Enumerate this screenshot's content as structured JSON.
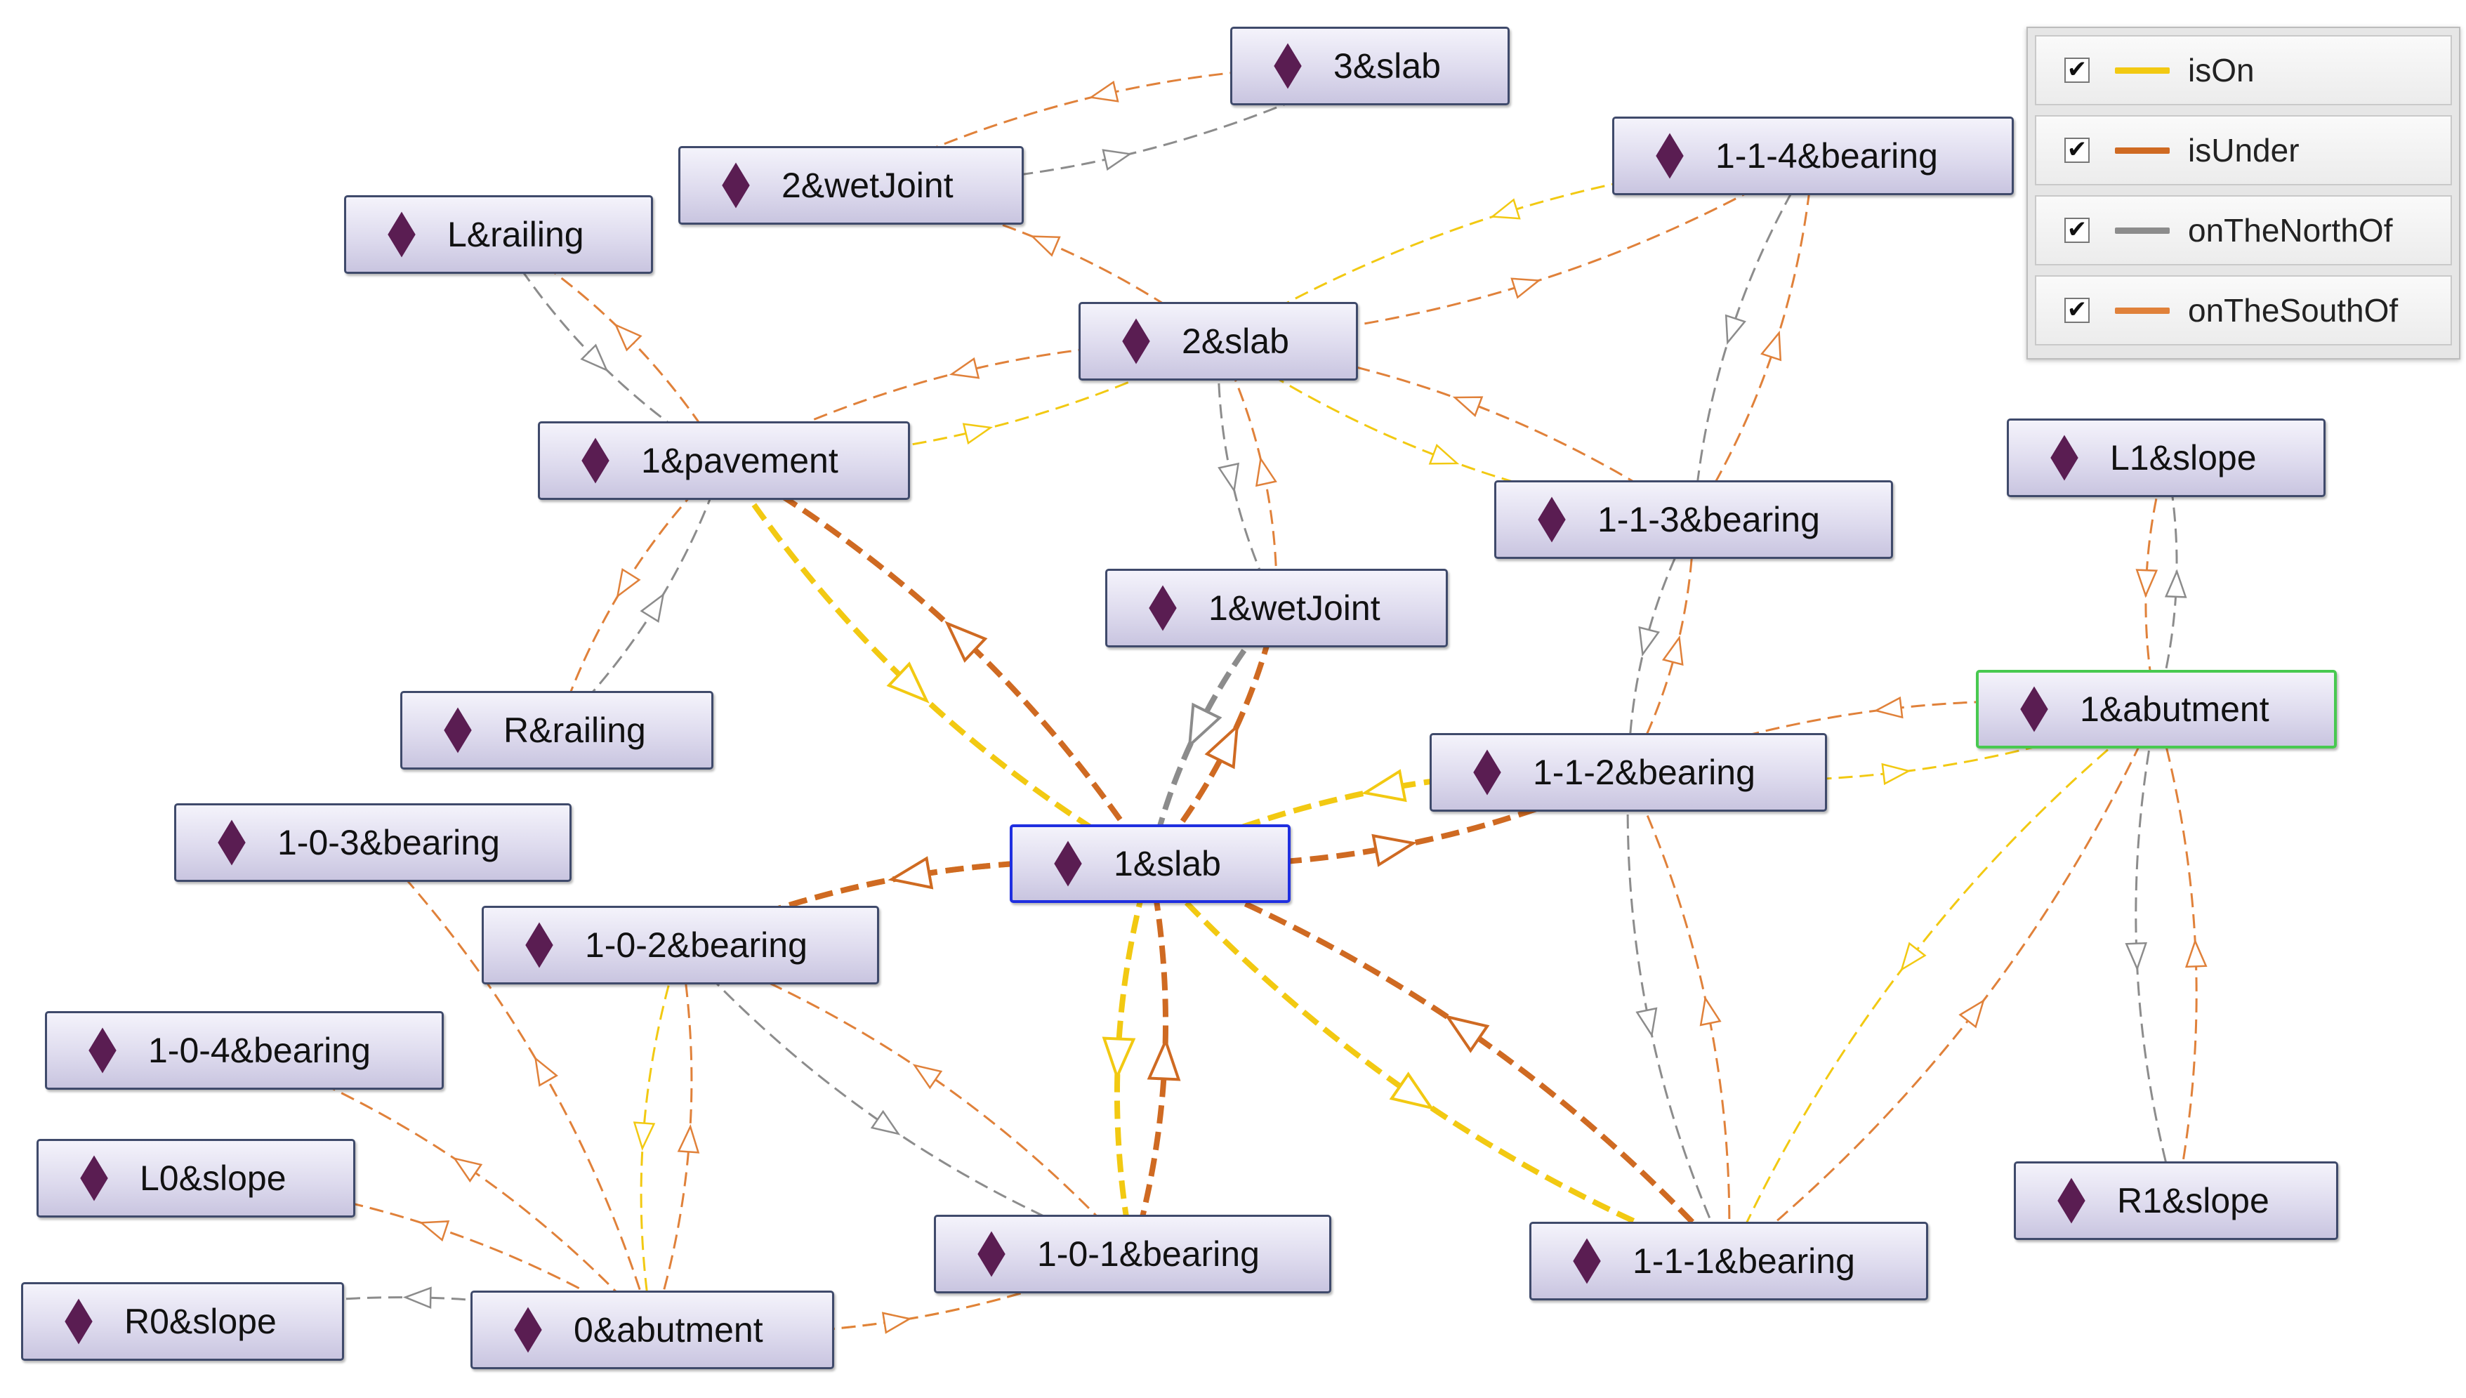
{
  "colors": {
    "isOn": "#f2c912",
    "isUnder": "#cf6a22",
    "onTheNorthOf": "#8c8c8c",
    "onTheSouthOf": "#e0813a",
    "diamond": "#5a1d52",
    "selected_border": "#1f2fe0",
    "highlight_border": "#48c950"
  },
  "legend": [
    {
      "key": "isOn",
      "label": "isOn",
      "checked": true,
      "check": "✔"
    },
    {
      "key": "isUnder",
      "label": "isUnder",
      "checked": true,
      "check": "✔"
    },
    {
      "key": "onTheNorthOf",
      "label": "onTheNorthOf",
      "checked": true,
      "check": "✔"
    },
    {
      "key": "onTheSouthOf",
      "label": "onTheSouthOf",
      "checked": true,
      "check": "✔"
    }
  ],
  "nodes": {
    "slab3": {
      "label": "3&slab",
      "icon": "diamond-icon"
    },
    "wetJoint2": {
      "label": "2&wetJoint",
      "icon": "diamond-icon"
    },
    "railingL": {
      "label": "L&railing",
      "icon": "diamond-icon"
    },
    "bearing114": {
      "label": "1-1-4&bearing",
      "icon": "diamond-icon"
    },
    "slab2": {
      "label": "2&slab",
      "icon": "diamond-icon"
    },
    "pavement1": {
      "label": "1&pavement",
      "icon": "diamond-icon"
    },
    "bearing113": {
      "label": "1-1-3&bearing",
      "icon": "diamond-icon"
    },
    "slopeL1": {
      "label": "L1&slope",
      "icon": "diamond-icon"
    },
    "wetJoint1": {
      "label": "1&wetJoint",
      "icon": "diamond-icon"
    },
    "abutment1": {
      "label": "1&abutment",
      "icon": "diamond-icon",
      "state": "highlighted"
    },
    "railingR": {
      "label": "R&railing",
      "icon": "diamond-icon"
    },
    "bearing112": {
      "label": "1-1-2&bearing",
      "icon": "diamond-icon"
    },
    "bearing103": {
      "label": "1-0-3&bearing",
      "icon": "diamond-icon"
    },
    "slab1": {
      "label": "1&slab",
      "icon": "diamond-icon",
      "state": "selected"
    },
    "bearing102": {
      "label": "1-0-2&bearing",
      "icon": "diamond-icon"
    },
    "bearing104": {
      "label": "1-0-4&bearing",
      "icon": "diamond-icon"
    },
    "slopeL0": {
      "label": "L0&slope",
      "icon": "diamond-icon"
    },
    "bearing101": {
      "label": "1-0-1&bearing",
      "icon": "diamond-icon"
    },
    "bearing111": {
      "label": "1-1-1&bearing",
      "icon": "diamond-icon"
    },
    "slopeR1": {
      "label": "R1&slope",
      "icon": "diamond-icon"
    },
    "slopeR0": {
      "label": "R0&slope",
      "icon": "diamond-icon"
    },
    "abutment0": {
      "label": "0&abutment",
      "icon": "diamond-icon"
    }
  },
  "edges": [
    {
      "from": "wetJoint2",
      "to": "slab3",
      "type": "onTheNorthOf"
    },
    {
      "from": "slab3",
      "to": "wetJoint2",
      "type": "onTheSouthOf"
    },
    {
      "from": "slab2",
      "to": "wetJoint2",
      "type": "onTheSouthOf"
    },
    {
      "from": "pavement1",
      "to": "railingL",
      "type": "onTheSouthOf"
    },
    {
      "from": "railingL",
      "to": "pavement1",
      "type": "onTheNorthOf"
    },
    {
      "from": "slab2",
      "to": "pavement1",
      "type": "onTheSouthOf"
    },
    {
      "from": "pavement1",
      "to": "slab2",
      "type": "isOn"
    },
    {
      "from": "slab2",
      "to": "bearing114",
      "type": "onTheSouthOf"
    },
    {
      "from": "bearing114",
      "to": "slab2",
      "type": "isOn"
    },
    {
      "from": "slab2",
      "to": "bearing113",
      "type": "isOn"
    },
    {
      "from": "bearing113",
      "to": "slab2",
      "type": "onTheSouthOf"
    },
    {
      "from": "slab2",
      "to": "wetJoint1",
      "type": "onTheNorthOf"
    },
    {
      "from": "wetJoint1",
      "to": "slab2",
      "type": "onTheSouthOf"
    },
    {
      "from": "bearing114",
      "to": "bearing113",
      "type": "onTheNorthOf"
    },
    {
      "from": "bearing113",
      "to": "bearing114",
      "type": "onTheSouthOf"
    },
    {
      "from": "railingR",
      "to": "pavement1",
      "type": "onTheNorthOf"
    },
    {
      "from": "pavement1",
      "to": "railingR",
      "type": "onTheSouthOf"
    },
    {
      "from": "pavement1",
      "to": "slab1",
      "type": "isOn"
    },
    {
      "from": "slab1",
      "to": "pavement1",
      "type": "isUnder"
    },
    {
      "from": "wetJoint1",
      "to": "slab1",
      "type": "onTheNorthOf"
    },
    {
      "from": "slab1",
      "to": "wetJoint1",
      "type": "isUnder"
    },
    {
      "from": "bearing113",
      "to": "bearing112",
      "type": "onTheNorthOf"
    },
    {
      "from": "bearing112",
      "to": "bearing113",
      "type": "onTheSouthOf"
    },
    {
      "from": "slab1",
      "to": "bearing112",
      "type": "isUnder"
    },
    {
      "from": "bearing112",
      "to": "slab1",
      "type": "isOn"
    },
    {
      "from": "abutment1",
      "to": "bearing112",
      "type": "onTheSouthOf"
    },
    {
      "from": "bearing112",
      "to": "abutment1",
      "type": "isOn"
    },
    {
      "from": "abutment1",
      "to": "slopeL1",
      "type": "onTheNorthOf"
    },
    {
      "from": "slopeL1",
      "to": "abutment1",
      "type": "onTheSouthOf"
    },
    {
      "from": "abutment1",
      "to": "slopeR1",
      "type": "onTheNorthOf"
    },
    {
      "from": "slopeR1",
      "to": "abutment1",
      "type": "onTheSouthOf"
    },
    {
      "from": "bearing111",
      "to": "abutment1",
      "type": "onTheSouthOf"
    },
    {
      "from": "abutment1",
      "to": "bearing111",
      "type": "isOn"
    },
    {
      "from": "bearing112",
      "to": "bearing111",
      "type": "onTheNorthOf"
    },
    {
      "from": "bearing111",
      "to": "bearing112",
      "type": "onTheSouthOf"
    },
    {
      "from": "slab1",
      "to": "bearing111",
      "type": "isOn"
    },
    {
      "from": "bearing111",
      "to": "slab1",
      "type": "isUnder"
    },
    {
      "from": "slab1",
      "to": "bearing102",
      "type": "isOn"
    },
    {
      "from": "slab1",
      "to": "bearing102",
      "type": "isUnder"
    },
    {
      "from": "slab1",
      "to": "bearing101",
      "type": "isOn"
    },
    {
      "from": "bearing101",
      "to": "slab1",
      "type": "isUnder"
    },
    {
      "from": "bearing101",
      "to": "bearing102",
      "type": "onTheSouthOf"
    },
    {
      "from": "bearing102",
      "to": "bearing101",
      "type": "onTheNorthOf"
    },
    {
      "from": "bearing102",
      "to": "abutment0",
      "type": "isOn"
    },
    {
      "from": "abutment0",
      "to": "bearing102",
      "type": "onTheSouthOf"
    },
    {
      "from": "abutment0",
      "to": "bearing103",
      "type": "onTheSouthOf"
    },
    {
      "from": "abutment0",
      "to": "bearing104",
      "type": "onTheSouthOf"
    },
    {
      "from": "abutment0",
      "to": "slopeL0",
      "type": "onTheSouthOf"
    },
    {
      "from": "abutment0",
      "to": "slopeR0",
      "type": "onTheNorthOf"
    },
    {
      "from": "abutment0",
      "to": "bearing101",
      "type": "isOn"
    },
    {
      "from": "abutment0",
      "to": "bearing101",
      "type": "onTheSouthOf"
    }
  ]
}
